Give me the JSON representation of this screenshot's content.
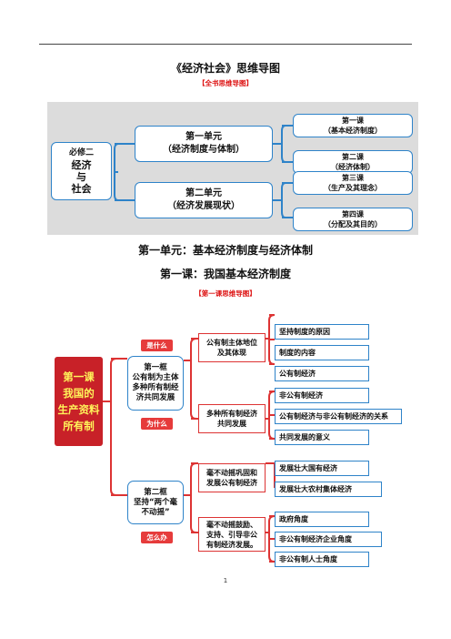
{
  "doc": {
    "title": "《经济社会》思维导图",
    "tag_book": "【全书思维导图】",
    "heading_unit": "第一单元：基本经济制度与经济体制",
    "heading_lesson": "第一课：我国基本经济制度",
    "tag_lesson": "【第一课思维导图】",
    "page_number": "1"
  },
  "map_book": {
    "root": [
      "必修二",
      "经济",
      "与",
      "社会"
    ],
    "units": [
      {
        "line1": "第一单元",
        "line2": "（经济制度与体制）",
        "lessons": [
          {
            "line1": "第一课",
            "line2": "（基本经济制度）"
          },
          {
            "line1": "第二课",
            "line2": "（经济体制）"
          }
        ]
      },
      {
        "line1": "第二单元",
        "line2": "（经济发展现状）",
        "lessons": [
          {
            "line1": "第三课",
            "line2": "（生产及其理念）"
          },
          {
            "line1": "第四课",
            "line2": "（分配及其目的）"
          }
        ]
      }
    ]
  },
  "map_lesson": {
    "root": [
      "第一课",
      "我国的",
      "生产资料",
      "所有制"
    ],
    "tags": {
      "what": "是什么",
      "why": "为什么",
      "how": "怎么办"
    },
    "frames": [
      {
        "lines": [
          "第一框",
          "公有制为主体",
          "多种所有制经",
          "济共同发展"
        ]
      },
      {
        "lines": [
          "第二框",
          "坚持“两个毫",
          "不动摇”"
        ]
      }
    ],
    "mids": [
      {
        "lines": [
          "公有制主体地位",
          "及其体现"
        ]
      },
      {
        "lines": [
          "多种所有制经济",
          "共同发展"
        ]
      },
      {
        "lines": [
          "毫不动摇巩固和",
          "发展公有制经济"
        ]
      },
      {
        "lines": [
          "毫不动摇鼓励、",
          "支持、引导非公",
          "有制经济发展。"
        ]
      }
    ],
    "leaves": [
      "坚持制度的原因",
      "制度的内容",
      "公有制经济",
      "非公有制经济",
      "公有制经济与非公有制经济的关系",
      "共同发展的意义",
      "发展壮大国有经济",
      "发展壮大农村集体经济",
      "政府角度",
      "非公有制经济企业角度",
      "非公有制人士角度"
    ]
  },
  "colors": {
    "accent_blue": "#2e83c9",
    "root_red": "#c82128",
    "root_text": "#fff45a",
    "tag_red": "#e63b3b",
    "title_red": "#dd1111"
  }
}
